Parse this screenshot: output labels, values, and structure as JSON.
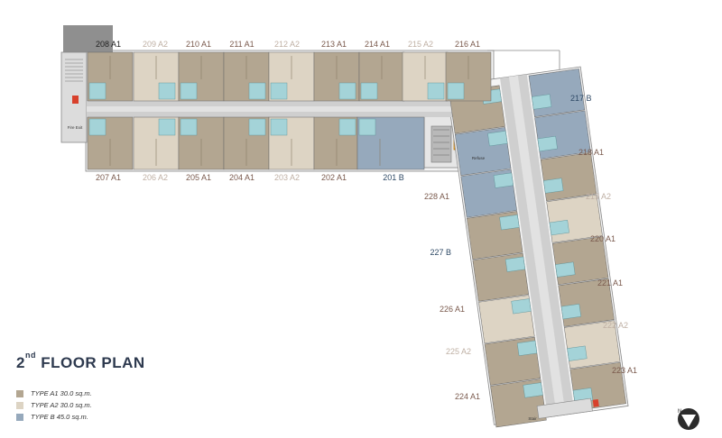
{
  "title": {
    "prefix": "2",
    "sup": "nd",
    "text": "FLOOR PLAN"
  },
  "colors": {
    "a1": "#b3a691",
    "a2": "#ddd4c4",
    "b": "#96a9bc",
    "corridor": "#cfcfcf",
    "bath": "#a4d3d8",
    "core": "#b9b9b9",
    "stair": "#f4b547",
    "label_a1": "#7a5a4d",
    "label_a2": "#bfb0a4",
    "label_b": "#2f4a66",
    "dark_label": "#222222"
  },
  "legend": [
    {
      "label": "TYPE A1 30.0 sq.m.",
      "type": "a1"
    },
    {
      "label": "TYPE A2 30.0 sq.m.",
      "type": "a2"
    },
    {
      "label": "TYPE  B 45.0 sq.m.",
      "type": "b"
    }
  ],
  "small_labels": {
    "fire_exit": "Fire Exit",
    "refuse": "Refuse",
    "stairs": "Stair"
  },
  "units_top": [
    {
      "id": "208 A1",
      "type": "a1"
    },
    {
      "id": "209 A2",
      "type": "a2"
    },
    {
      "id": "210 A1",
      "type": "a1"
    },
    {
      "id": "211 A1",
      "type": "a1"
    },
    {
      "id": "212 A2",
      "type": "a2"
    },
    {
      "id": "213 A1",
      "type": "a1"
    },
    {
      "id": "214 A1",
      "type": "a1"
    },
    {
      "id": "215 A2",
      "type": "a2"
    },
    {
      "id": "216 A1",
      "type": "a1"
    }
  ],
  "units_bottom": [
    {
      "id": "207 A1",
      "type": "a1"
    },
    {
      "id": "206 A2",
      "type": "a2"
    },
    {
      "id": "205 A1",
      "type": "a1"
    },
    {
      "id": "204 A1",
      "type": "a1"
    },
    {
      "id": "203 A2",
      "type": "a2"
    },
    {
      "id": "202 A1",
      "type": "a1"
    },
    {
      "id": "201 B",
      "type": "b"
    }
  ],
  "units_right": [
    {
      "id": "217 B",
      "type": "b"
    },
    {
      "id": "218 A1",
      "type": "a1"
    },
    {
      "id": "219 A2",
      "type": "a2"
    },
    {
      "id": "220 A1",
      "type": "a1"
    },
    {
      "id": "221 A1",
      "type": "a1"
    },
    {
      "id": "222 A2",
      "type": "a2"
    },
    {
      "id": "223 A1",
      "type": "a1"
    }
  ],
  "units_left": [
    {
      "id": "228 A1",
      "type": "a1"
    },
    {
      "id": "227 B",
      "type": "b"
    },
    {
      "id": "226 A1",
      "type": "a1"
    },
    {
      "id": "225 A2",
      "type": "a2"
    },
    {
      "id": "224 A1",
      "type": "a1"
    }
  ]
}
